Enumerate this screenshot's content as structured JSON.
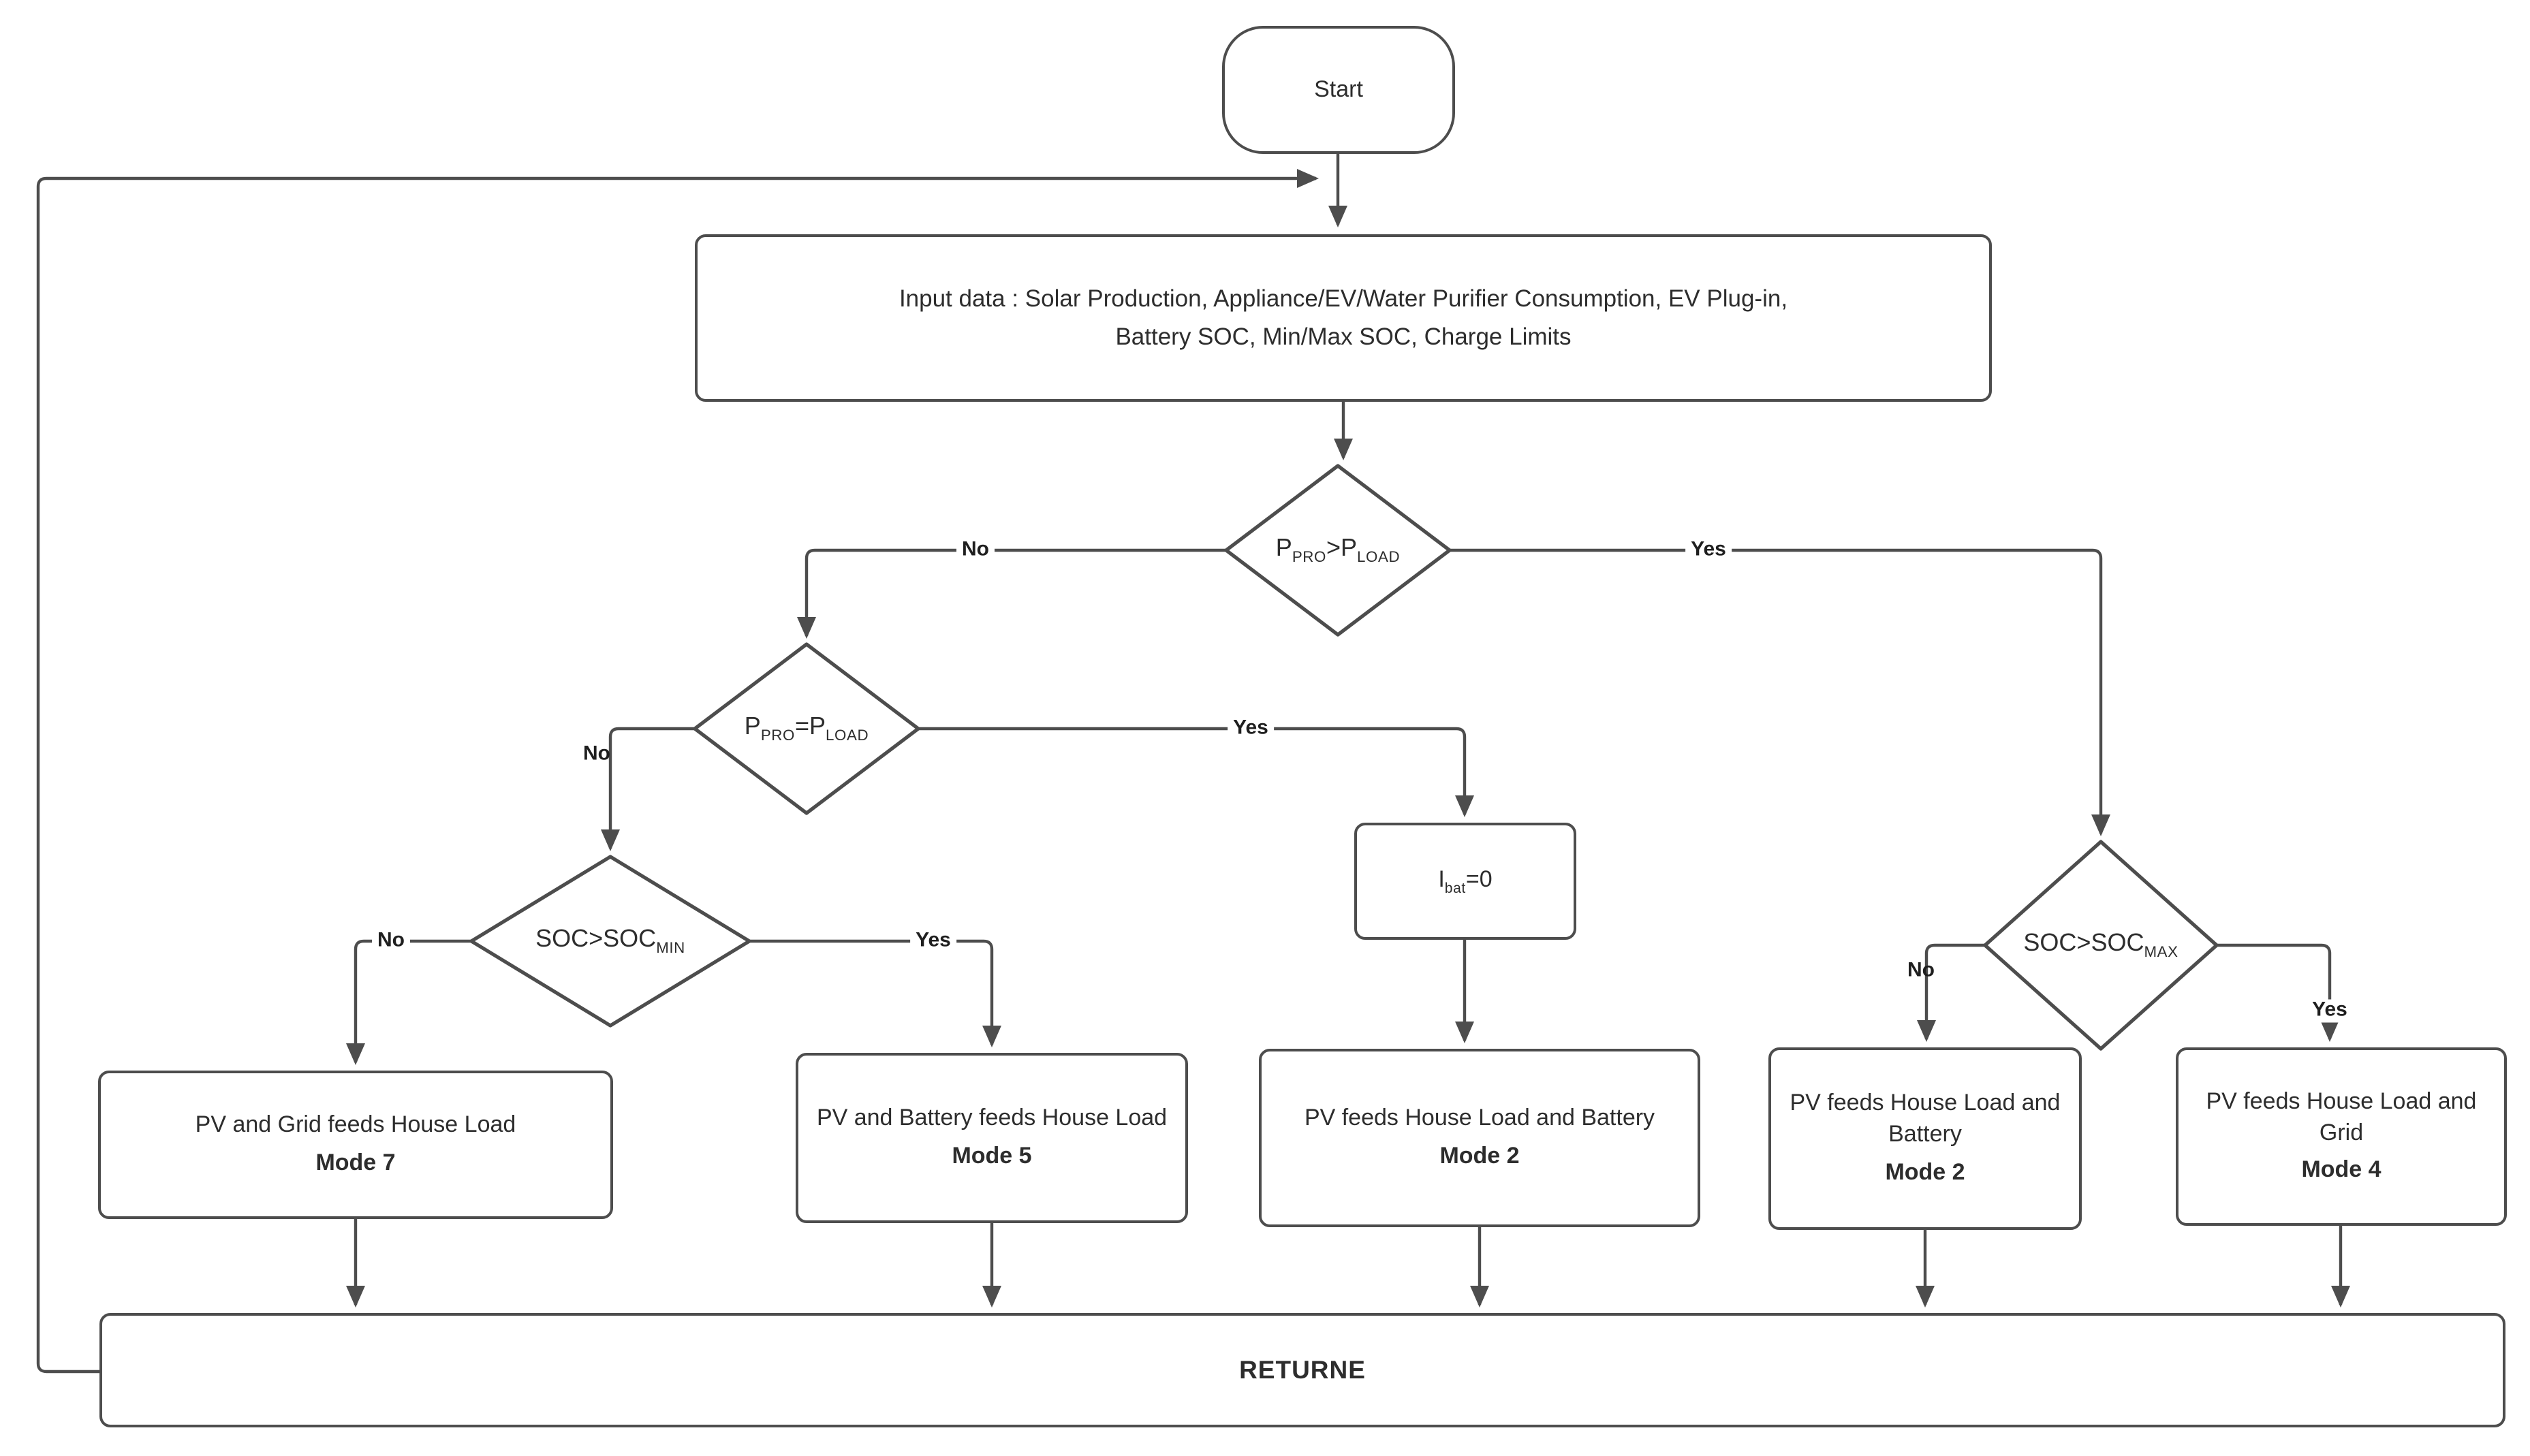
{
  "theme": {
    "line": "#4d4d4d",
    "text": "#2d2d2d",
    "bg": "#ffffff"
  },
  "fc": {
    "start": {
      "label": "Start"
    },
    "input": {
      "line1": "Input data : Solar Production, Appliance/EV/Water Purifier Consumption, EV Plug-in,",
      "line2": "Battery SOC, Min/Max SOC, Charge Limits"
    },
    "d1": {
      "p1": "P",
      "s1": "PRO",
      "op": ">",
      "p2": "P",
      "s2": "LOAD"
    },
    "d2": {
      "p1": "P",
      "s1": "PRO",
      "op": "=",
      "p2": "P",
      "s2": "LOAD"
    },
    "d3": {
      "p1": "SOC",
      "op": ">",
      "p2": "SOC",
      "s2": "MIN"
    },
    "d4": {
      "p1": "SOC",
      "op": ">",
      "p2": "SOC",
      "s2": "MAX"
    },
    "ibat": {
      "p1": "I",
      "s1": "bat",
      "op": "=",
      "p2": "0"
    },
    "branches": {
      "d1_no": "No",
      "d1_yes": "Yes",
      "d2_no": "No",
      "d2_yes": "Yes",
      "d3_no": "No",
      "d3_yes": "Yes",
      "d4_no": "No",
      "d4_yes": "Yes"
    },
    "outcomes": [
      {
        "text": "PV and Grid feeds House Load",
        "mode": "Mode 7"
      },
      {
        "text": "PV and Battery feeds House Load",
        "mode": "Mode 5"
      },
      {
        "text": "PV feeds House Load and Battery",
        "mode": "Mode 2"
      },
      {
        "text": "PV feeds House Load and Battery",
        "mode": "Mode 2"
      },
      {
        "text": "PV feeds House Load and Grid",
        "mode": "Mode 4"
      }
    ],
    "end": {
      "label": "RETURNE"
    }
  }
}
